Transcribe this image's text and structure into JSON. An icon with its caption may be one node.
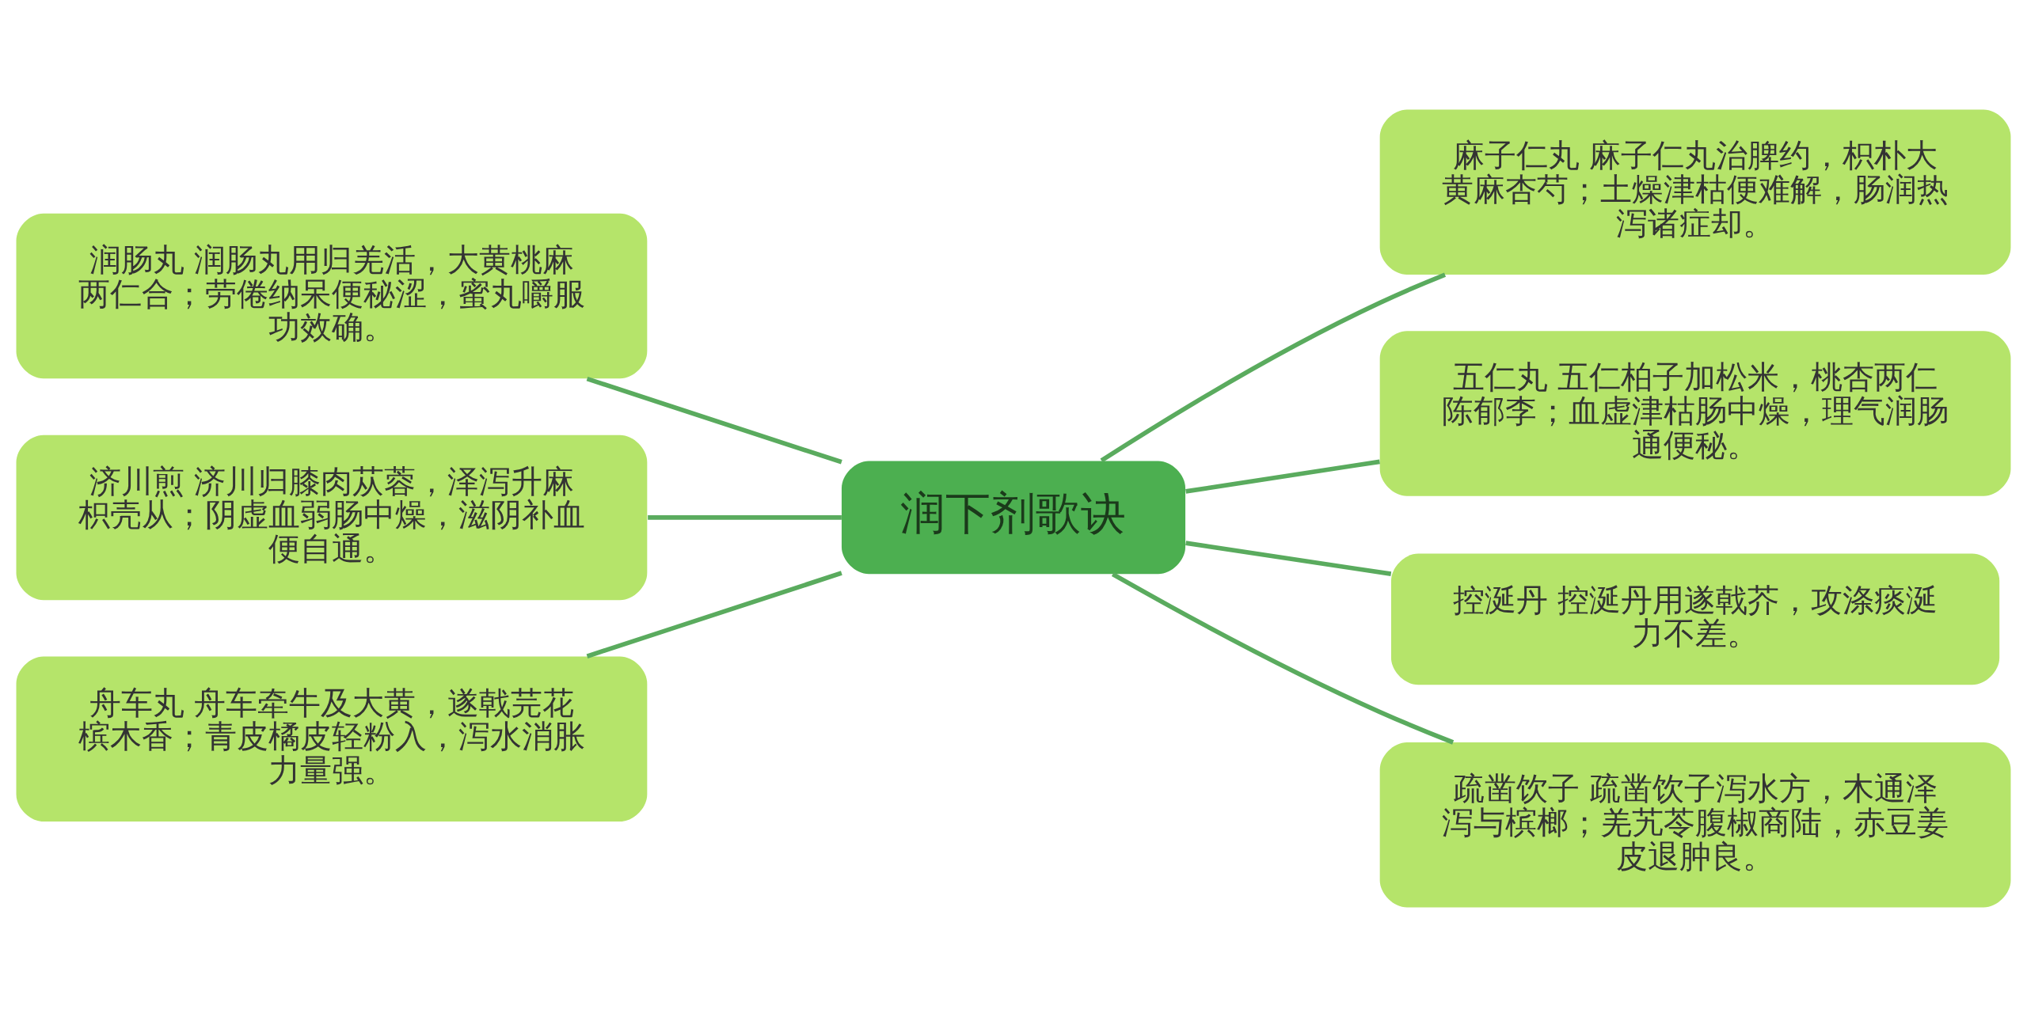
{
  "diagram": {
    "nodes": [
      {
        "text": [
          "润下剂歌诀"
        ]
      },
      {
        "text": [
          "润肠丸 润肠丸用归羌活，大黄桃麻两仁合；劳倦纳呆便秘涩，蜜丸嚼服功效确。"
        ]
      },
      {
        "text": [
          "济川煎 济川归膝肉苁蓉，泽泻升麻枳壳从；阴虚血弱肠中燥，滋阴补血便自通。"
        ]
      },
      {
        "text": [
          "舟车丸 舟车牵牛及大黄，遂戟芫花槟木香；青皮橘皮轻粉入，泻水消胀力量强。"
        ]
      },
      {
        "text": [
          "麻子仁丸 麻子仁丸治脾约，枳朴大黄麻杏芍；土燥津枯便难解，肠润热泻诸症却。"
        ]
      },
      {
        "text": [
          "五仁丸 五仁柏子加松米，桃杏两仁陈郁李；血虚津枯肠中燥，理气润肠通便秘。"
        ]
      },
      {
        "text": [
          "控涎丹 控涎丹用遂戟芥，攻涤痰涎力不差。"
        ]
      },
      {
        "text": [
          "疏凿饮子 疏凿饮子泻水方，木通泽泻与槟榔；羌艽苓腹椒商陆，赤豆姜皮退肿良。"
        ]
      }
    ],
    "edges": [
      {
        "from": 0,
        "to": 1,
        "arrow": "none"
      },
      {
        "from": 0,
        "to": 2,
        "arrow": "none"
      },
      {
        "from": 0,
        "to": 3,
        "arrow": "none"
      },
      {
        "from": 0,
        "to": 4,
        "arrow": "none"
      },
      {
        "from": 0,
        "to": 5,
        "arrow": "none"
      },
      {
        "from": 0,
        "to": 6,
        "arrow": "none"
      },
      {
        "from": 0,
        "to": 7,
        "arrow": "none"
      }
    ]
  }
}
